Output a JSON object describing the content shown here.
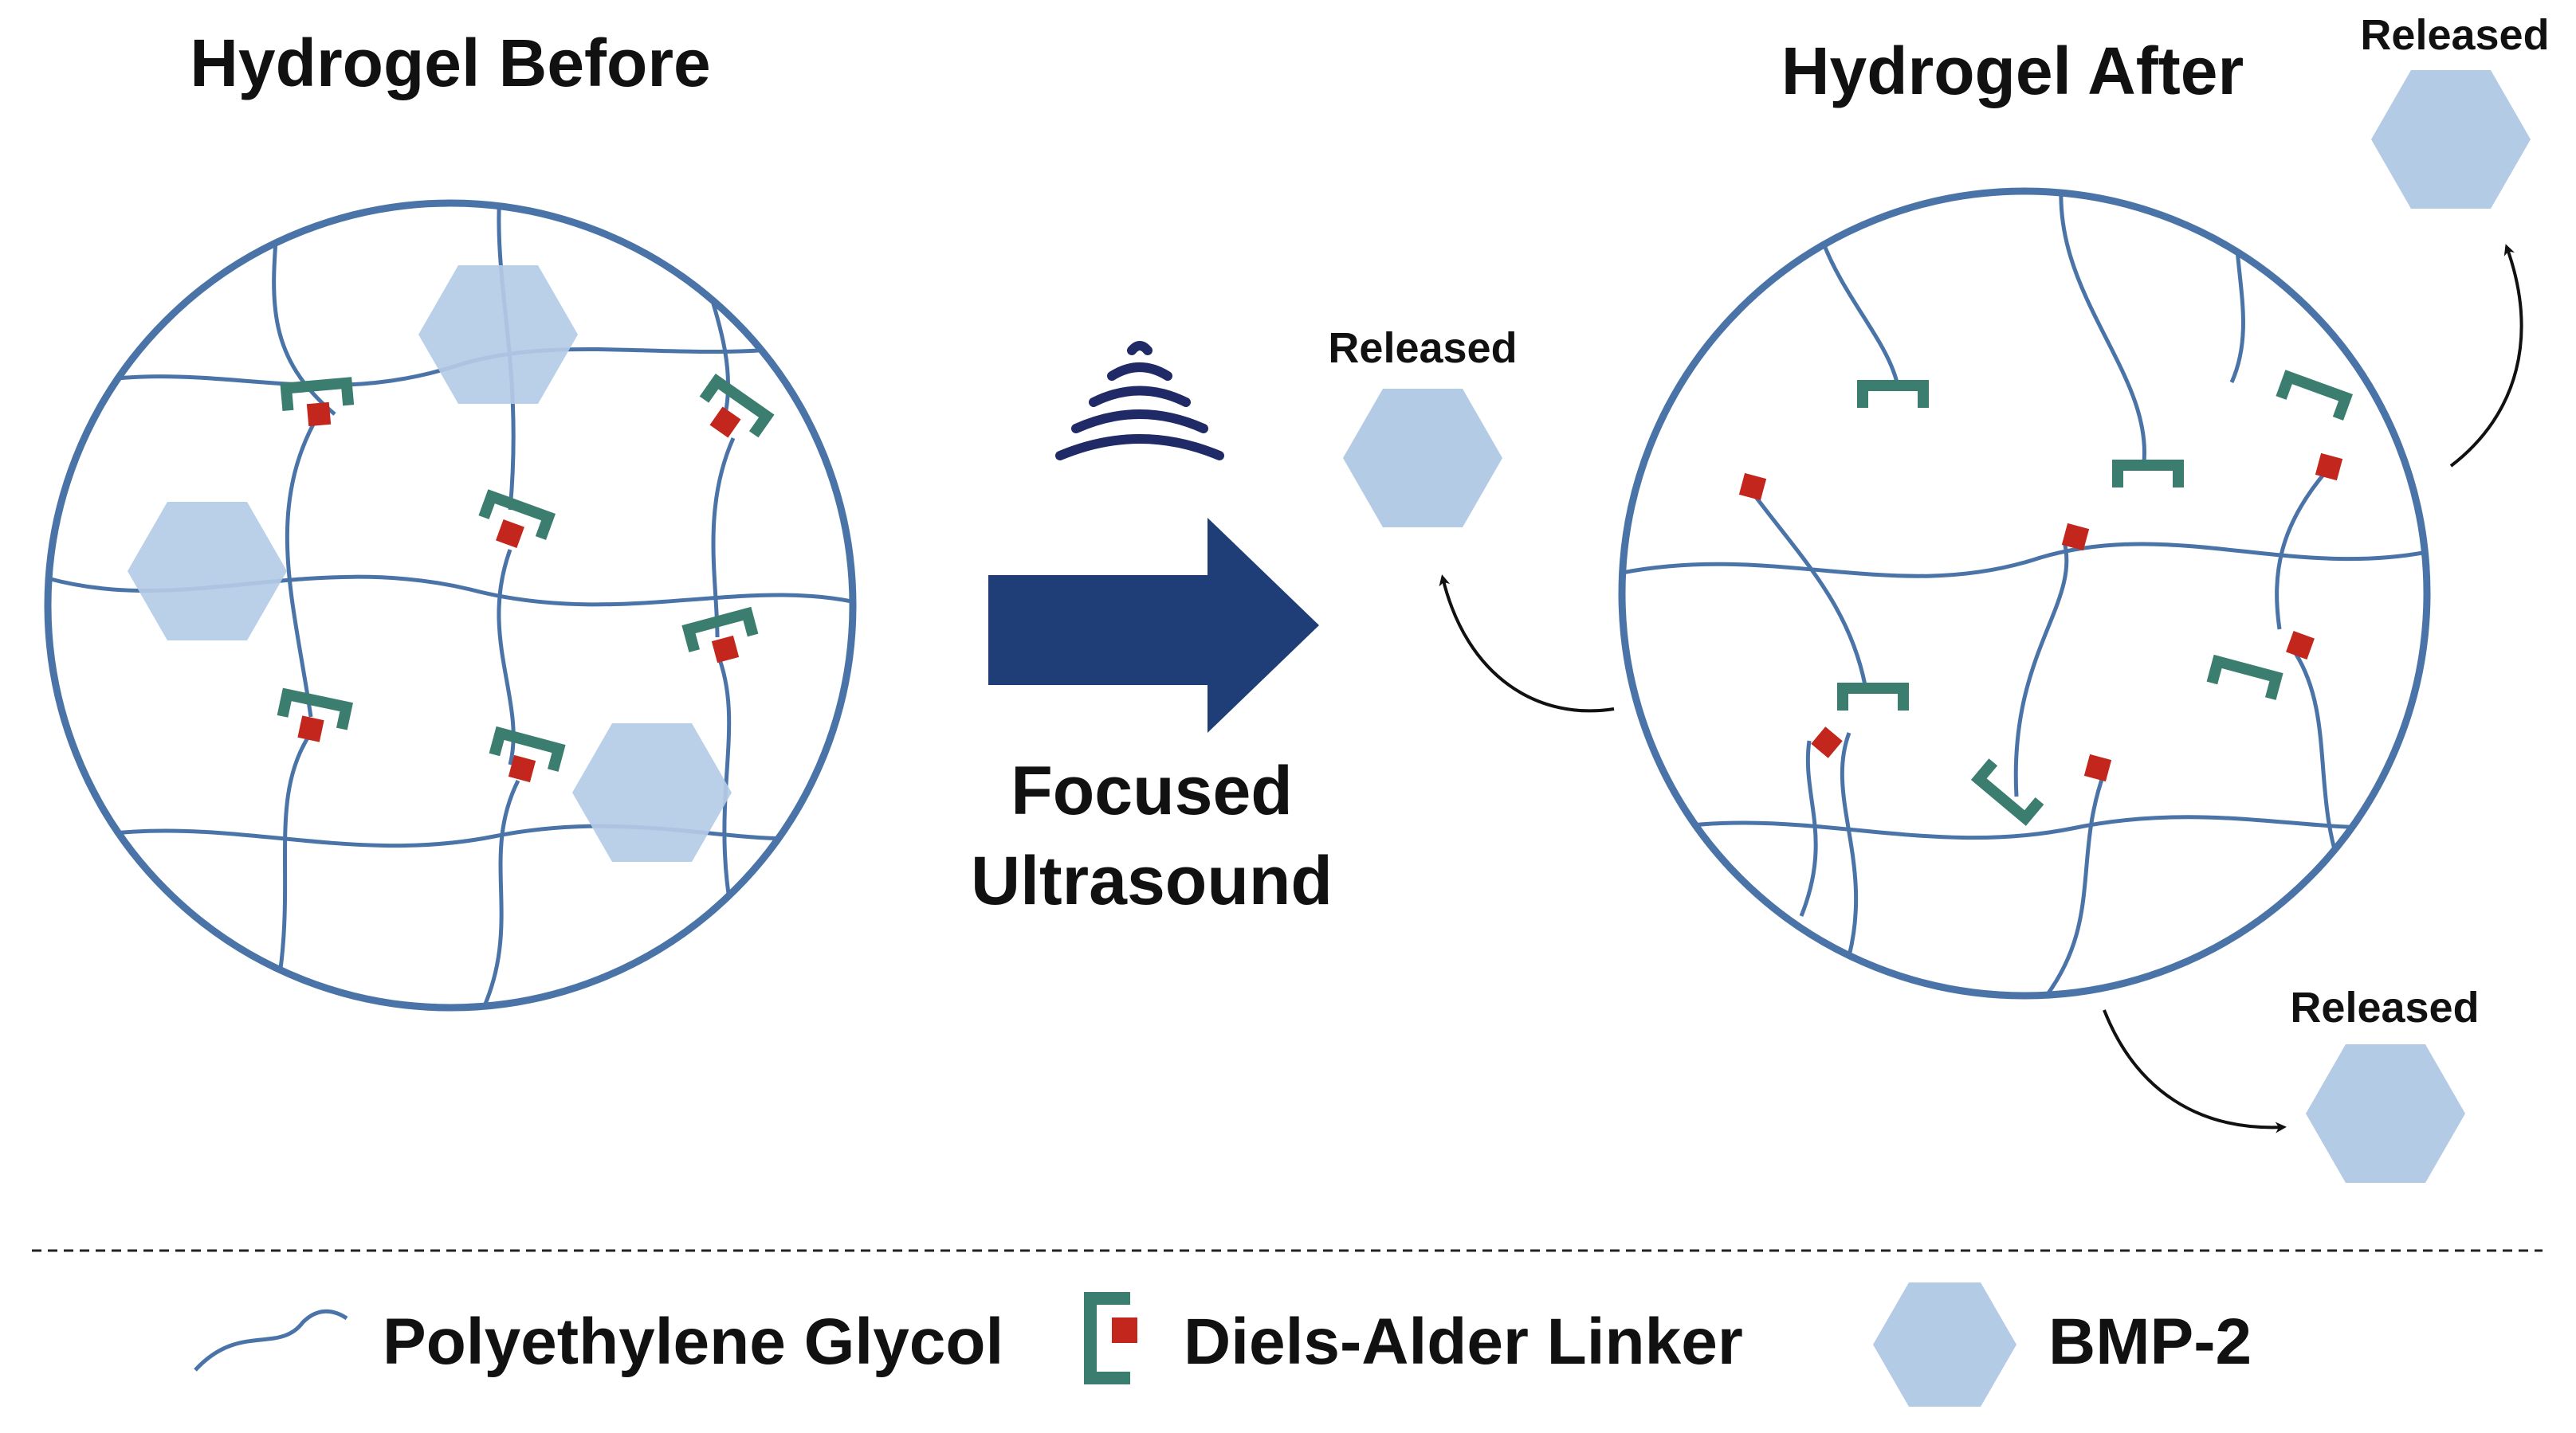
{
  "titles": {
    "before": "Hydrogel Before",
    "after": "Hydrogel After"
  },
  "trigger": {
    "line1": "Focused",
    "line2": "Ultrasound"
  },
  "released_label": "Released",
  "legend": {
    "peg": "Polyethylene Glycol",
    "linker": "Diels-Alder Linker",
    "protein": "BMP-2"
  },
  "colors": {
    "network": "#4a74a8",
    "circle": "#4a74a8",
    "linker_bracket": "#3b7d6e",
    "linker_core": "#c3261c",
    "protein": "#b4cbe6",
    "arrow": "#1f3e78",
    "ultrasound": "#1f2a66"
  },
  "icons": {
    "ultrasound": "ultrasound-waves-icon",
    "arrow": "right-arrow-icon",
    "protein": "hexagon-icon",
    "linker": "bracket-icon"
  }
}
